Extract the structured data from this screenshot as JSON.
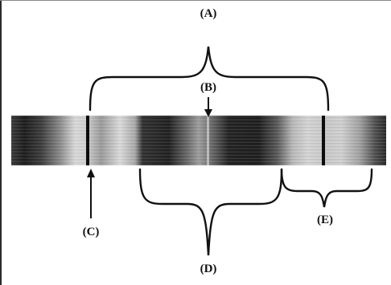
{
  "labels": {
    "a": "(A)",
    "b": "(B)",
    "c": "(C)",
    "d": "(D)",
    "e": "(E)"
  },
  "colors": {
    "ink": "#111111",
    "band_dark": "#1a1a1a",
    "band_light": "#e2e2e2",
    "background": "#ffffff"
  }
}
